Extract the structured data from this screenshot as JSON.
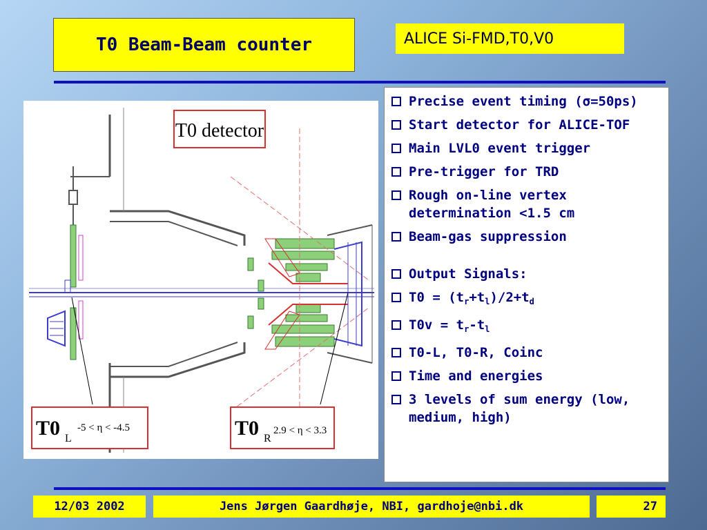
{
  "slide": {
    "title": "T0 Beam-Beam counter",
    "subtitle": "ALICE Si-FMD,T0,V0"
  },
  "figure": {
    "detector_label": "T0 detector",
    "left_label_main": "T0",
    "left_label_sub": "L",
    "left_label_range": "-5 < η < -4.5",
    "right_label_main": "T0",
    "right_label_sub": "R",
    "right_label_range": "2.9 < η < 3.3"
  },
  "bullets": {
    "b1": "Precise event timing (σ=50ps)",
    "b2": "Start detector for ALICE-TOF",
    "b3": "Main LVL0 event trigger",
    "b4": "Pre-trigger for TRD",
    "b5": "Rough on-line vertex determination <1.5 cm",
    "b6": "Beam-gas suppression",
    "b7": "Output Signals:",
    "b8_a": "T0 = (t",
    "b8_r": "r",
    "b8_b": "+t",
    "b8_l": "l",
    "b8_c": ")/2+t",
    "b8_d": "d",
    "b9_a": "T0v = t",
    "b9_r": "r",
    "b9_b": "-t",
    "b9_l": "l",
    "b10": "T0-L, T0-R, Coinc",
    "b11": "Time and energies",
    "b12": "3 levels of sum energy (low, medium, high)"
  },
  "footer": {
    "date": "12/03 2002",
    "author": "Jens Jørgen Gaardhøje, NBI, gardhoje@nbi.dk",
    "page": "27"
  }
}
